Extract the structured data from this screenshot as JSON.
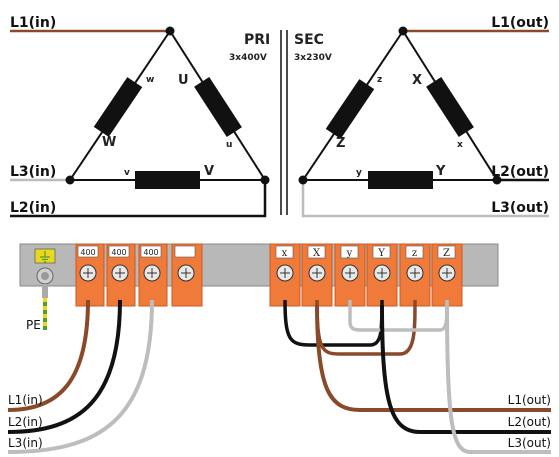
{
  "pri": {
    "title": "PRI",
    "voltage": "3x400V"
  },
  "sec": {
    "title": "SEC",
    "voltage": "3x230V"
  },
  "lines_top": {
    "l1_in": "L1(in)",
    "l2_in": "L2(in)",
    "l3_in": "L3(in)",
    "l1_out": "L1(out)",
    "l2_out": "L2(out)",
    "l3_out": "L3(out)"
  },
  "windings": {
    "pri": {
      "U": "U",
      "u": "u",
      "W": "W",
      "w": "w",
      "V": "V",
      "v": "v"
    },
    "sec": {
      "X": "X",
      "x": "x",
      "Z": "Z",
      "z": "z",
      "Y": "Y",
      "y": "y"
    }
  },
  "terminals": {
    "pri_tags": [
      "400",
      "400",
      "400",
      ""
    ],
    "sec_tags": [
      "x",
      "X",
      "y",
      "Y",
      "z",
      "Z"
    ]
  },
  "pe_label": "PE",
  "lines_bottom": {
    "l1_in": "L1(in)",
    "l2_in": "L2(in)",
    "l3_in": "L3(in)",
    "l1_out": "L1(out)",
    "l2_out": "L2(out)",
    "l3_out": "L3(out)"
  },
  "colors": {
    "brown": "#8a4a2a",
    "black": "#111111",
    "grey": "#bdbdbd",
    "orange": "#f07a3a",
    "rail": "#b8b8b8",
    "green": "#5a9a2a",
    "yellow": "#e8d820"
  }
}
